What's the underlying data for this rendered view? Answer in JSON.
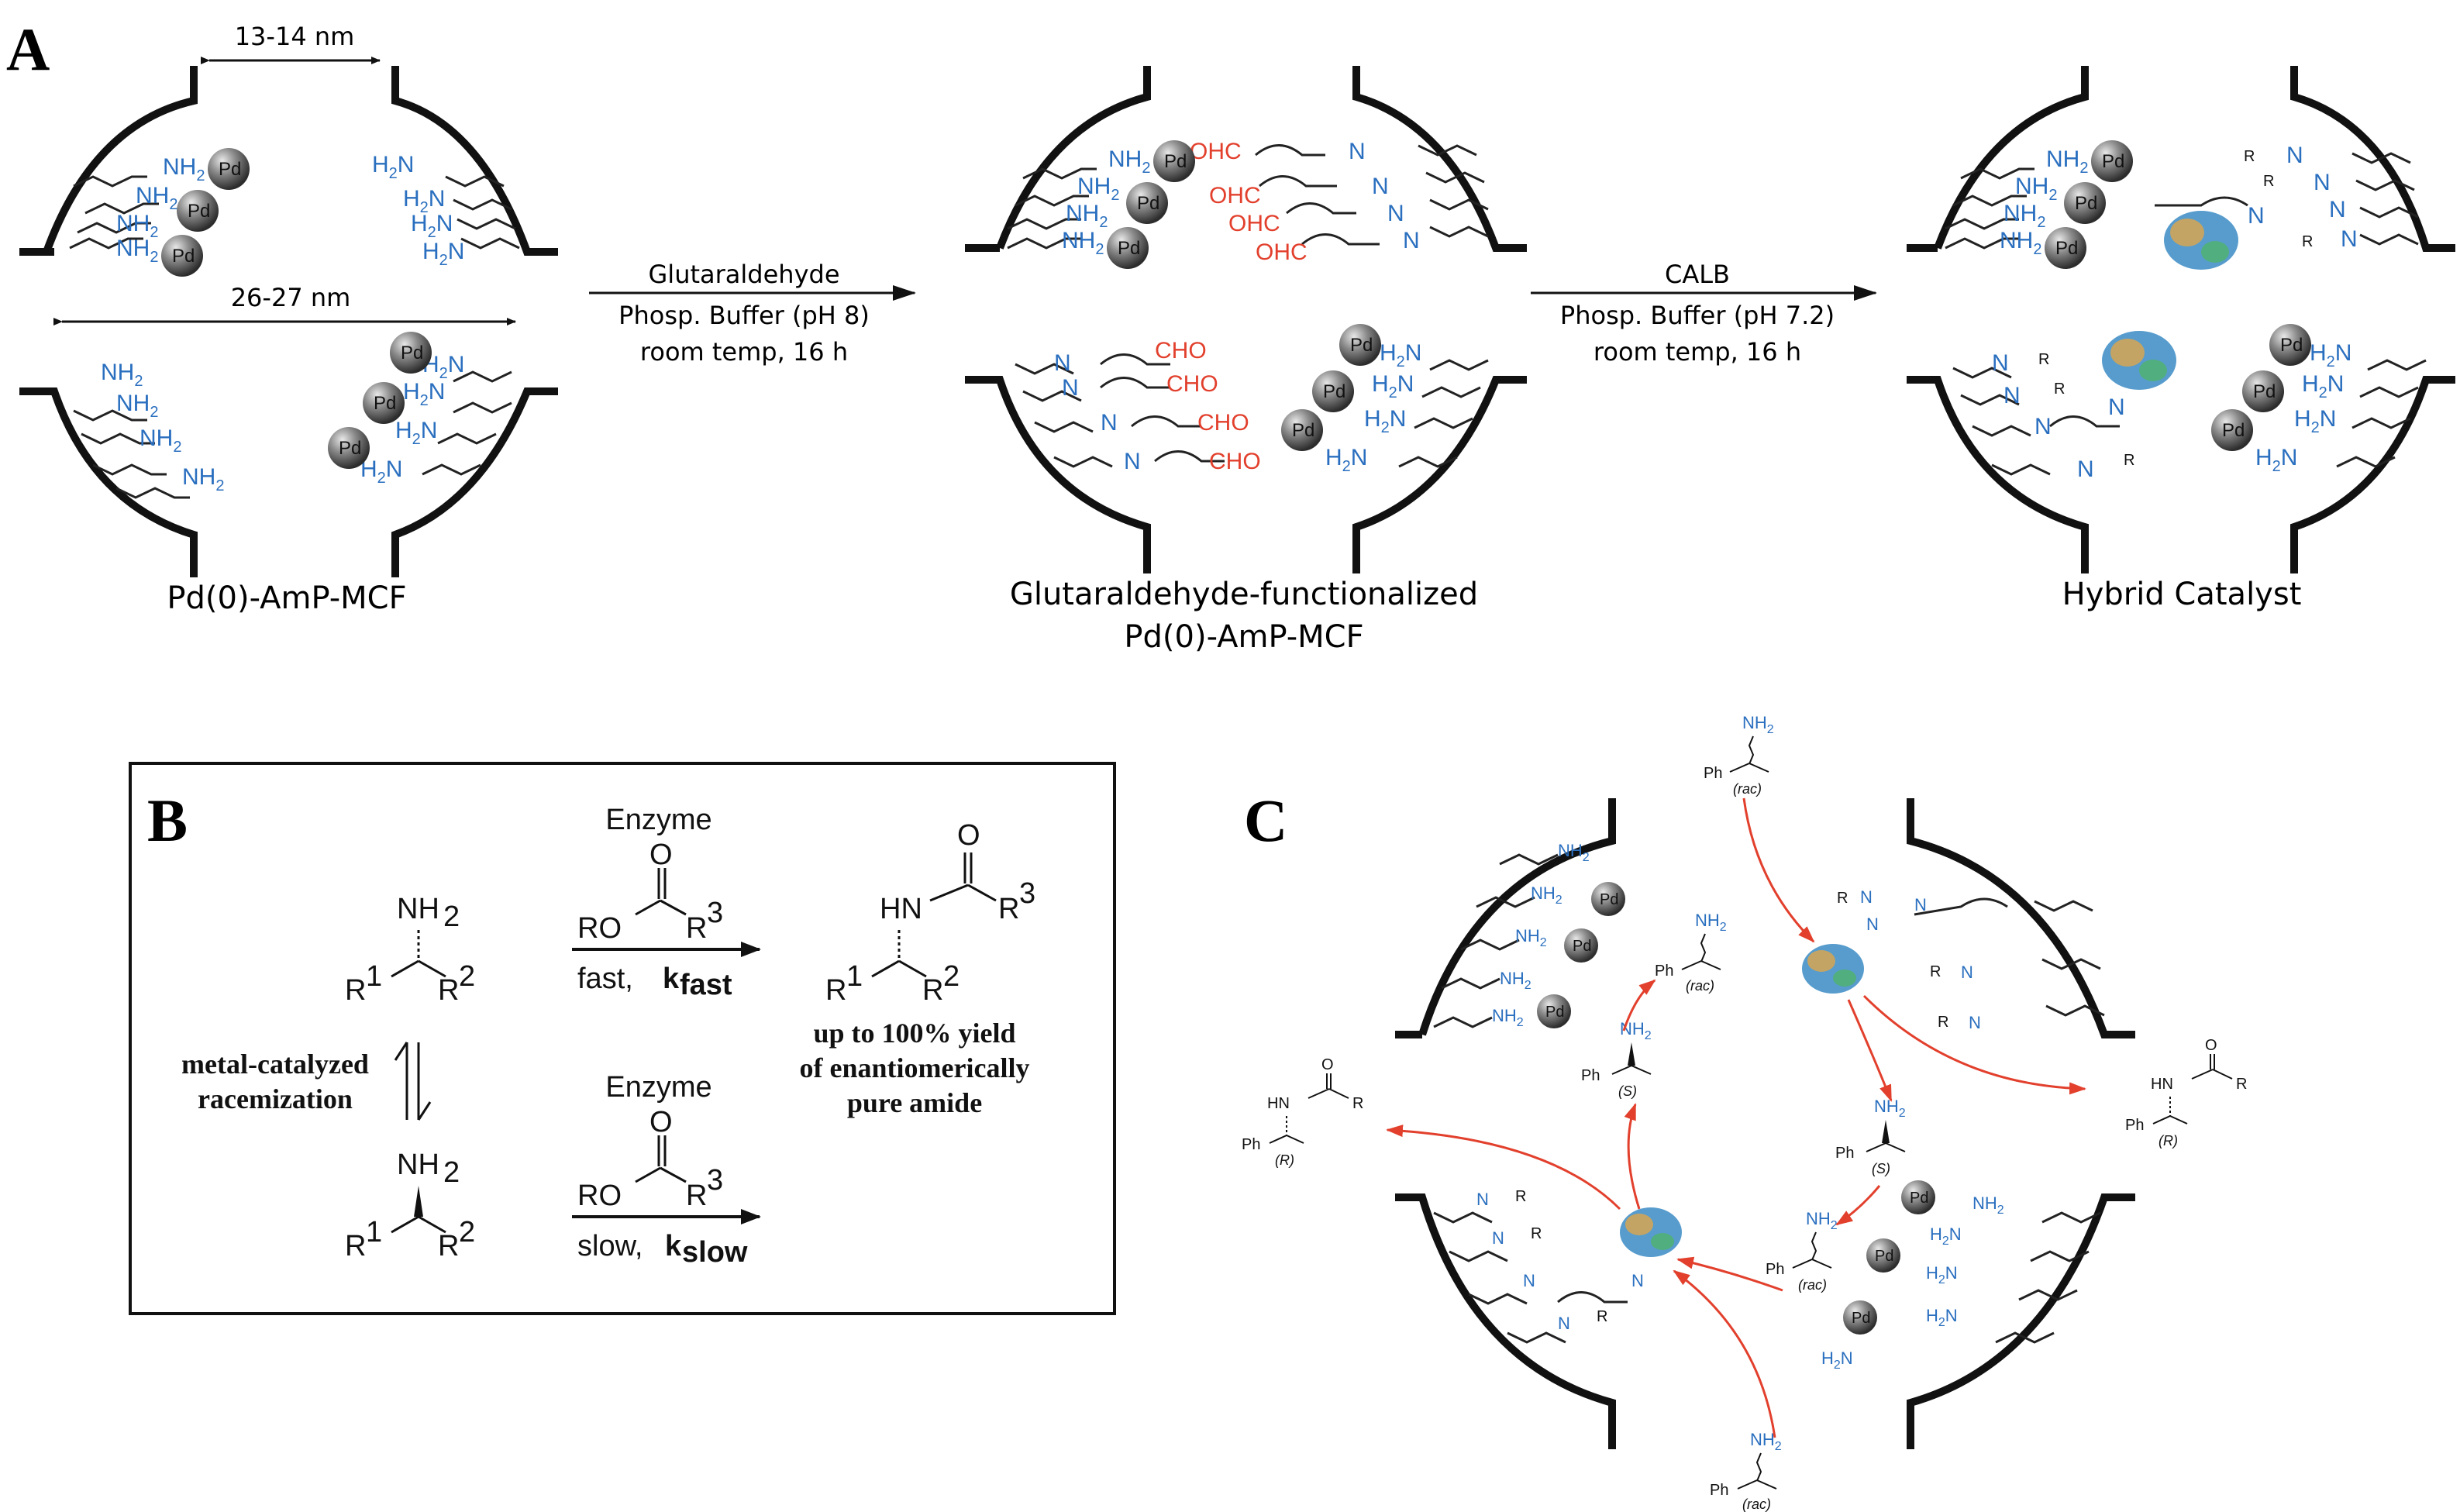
{
  "panels": {
    "a": "A",
    "b": "B",
    "c": "C"
  },
  "panel_a": {
    "dim_pore": "13-14 nm",
    "dim_cell": "26-27 nm",
    "step1": {
      "line1": "Glutaraldehyde",
      "line2": "Phosp. Buffer (pH 8)",
      "line3": "room temp, 16 h"
    },
    "step2": {
      "line1": "CALB",
      "line2": "Phosp. Buffer (pH 7.2)",
      "line3": "room temp, 16 h"
    },
    "caption1": "Pd(0)-AmP-MCF",
    "caption2_line1": "Glutaraldehyde-functionalized",
    "caption2_line2": "Pd(0)-AmP-MCF",
    "caption3": "Hybrid Catalyst"
  },
  "panel_b": {
    "enzyme": "Enzyme",
    "nh2": "NH",
    "nh2_sub": "2",
    "r": "R",
    "sup1": "1",
    "sup2": "2",
    "sup3": "3",
    "ro": "RO",
    "o": "O",
    "hn": "HN",
    "fast": "fast, ",
    "k": "k",
    "fast_sub": "fast",
    "slow": "slow, ",
    "slow_sub": "slow",
    "racem_line1": "metal-catalyzed",
    "racem_line2": "racemization",
    "yield_line1": "up to 100% yield",
    "yield_line2": "of enantiomerically",
    "yield_line3": "pure amide"
  },
  "labels": {
    "nh2": "NH",
    "nh2_sub": "2",
    "h2n_h": "H",
    "h2n_n": "N",
    "pd": "Pd",
    "ohc": "OHC",
    "cho": "CHO",
    "n": "N",
    "r": "R",
    "ph": "Ph",
    "rac": "(rac)",
    "s": "(S)",
    "rr": "(R)",
    "hn": "HN",
    "o": "O"
  }
}
